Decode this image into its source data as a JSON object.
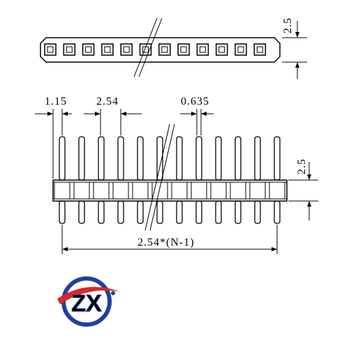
{
  "drawing": {
    "top_view": {
      "pin_count_shown": 12,
      "height_dim": "2.5"
    },
    "front_view": {
      "pin_count_shown": 12,
      "dim_pitch": "2.54",
      "dim_edge": "1.15",
      "dim_pin_width": "0.635",
      "dim_shoulder": "2.5",
      "dim_total": "2.54*(N-1)"
    }
  },
  "logo": {
    "text": "ZX",
    "colors": {
      "ring_blue": "#1f3fa0",
      "red": "#d62828"
    }
  }
}
